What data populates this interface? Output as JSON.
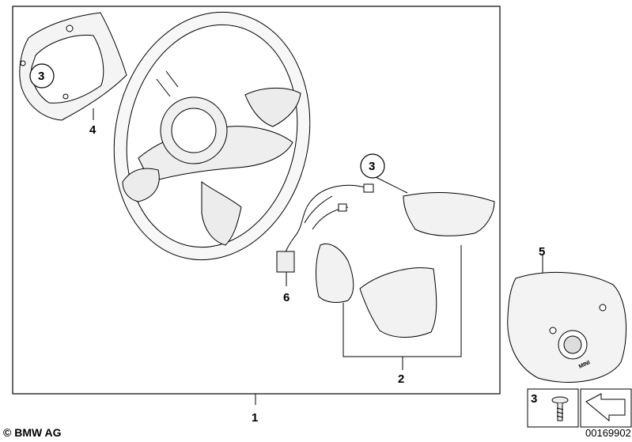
{
  "callouts": {
    "main_assembly": "1",
    "trim_cover_set": "2",
    "screw_ref_top_left": "3",
    "screw_ref_right": "3",
    "screw_ref_legend": "3",
    "rear_cover": "4",
    "airbag_module": "5",
    "wiring_harness": "6"
  },
  "footer": {
    "copyright": "© BMW AG",
    "diagram_number": "00169902"
  },
  "airbag_emblem_text": "MINI",
  "colors": {
    "line": "#000000",
    "fill_light": "#f2f2f2",
    "fill_mid": "#e2e2e2",
    "background": "#ffffff"
  }
}
